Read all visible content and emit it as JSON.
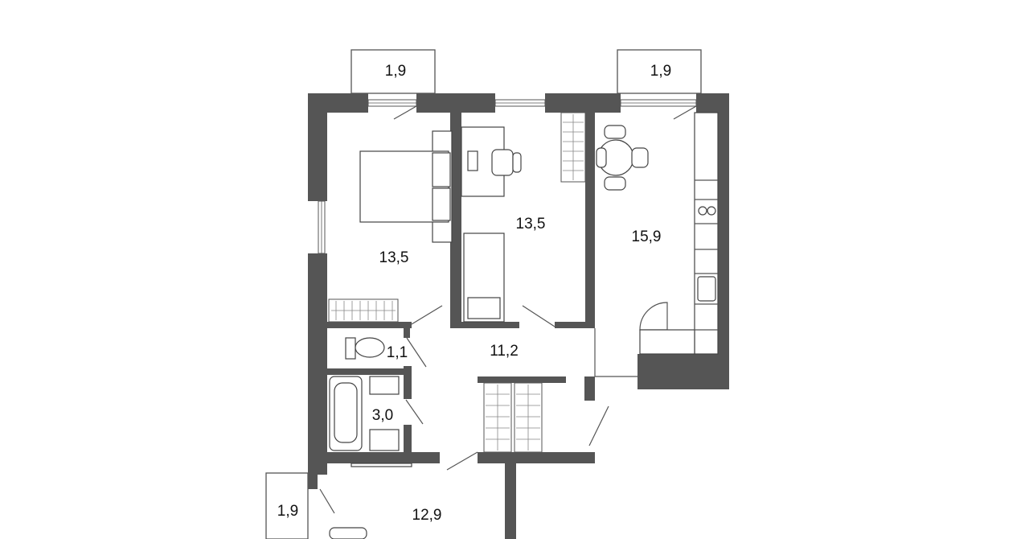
{
  "plan": {
    "balconies": {
      "top_left": "1,9",
      "top_right": "1,9",
      "bottom_left": "1,9"
    },
    "rooms": {
      "bedroom": "13,5",
      "study": "13,5",
      "kitchen_living": "15,9",
      "wc": "1,1",
      "hall": "11,2",
      "bathroom": "3,0",
      "bottom_room": "12,9"
    },
    "colors": {
      "wall": "#555555",
      "background": "#ffffff"
    }
  }
}
